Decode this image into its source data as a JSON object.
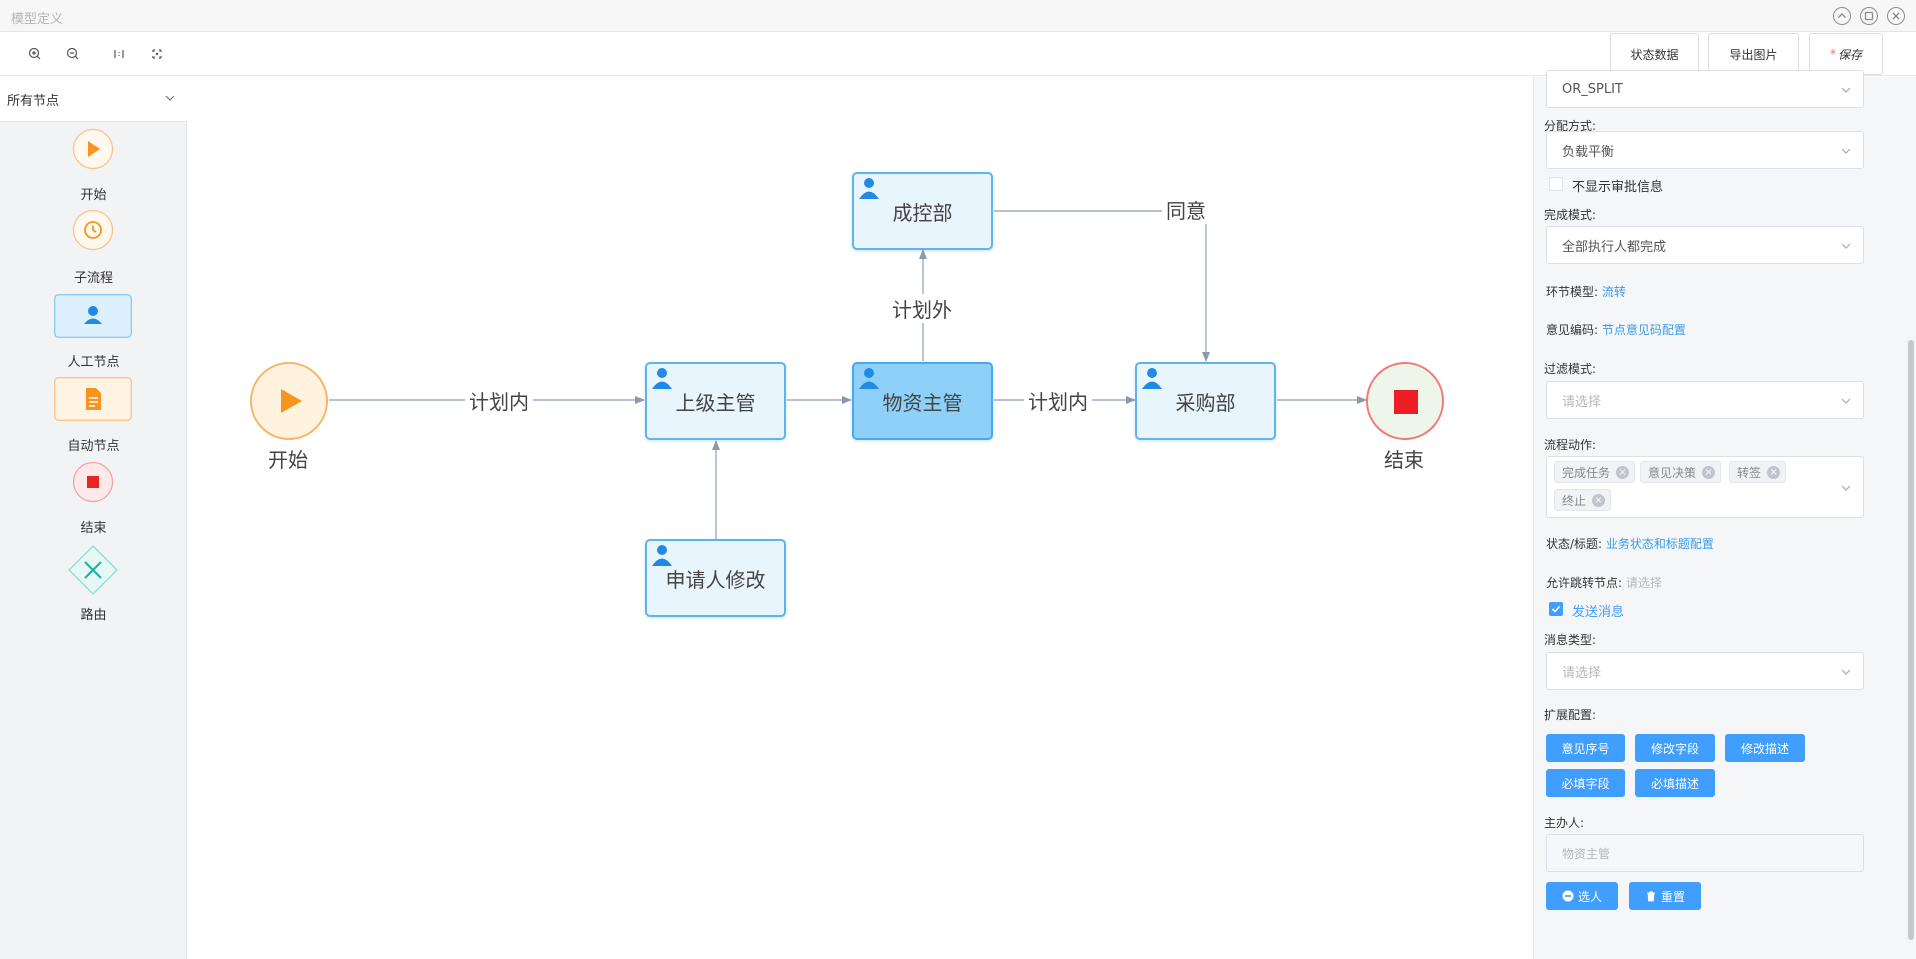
{
  "window": {
    "title": "模型定义"
  },
  "toolbar": {
    "state_data": "状态数据",
    "export_image": "导出图片",
    "save_star": "*",
    "save": "保存"
  },
  "palette": {
    "filter_value": "所有节点",
    "items": [
      {
        "label": "开始",
        "icon": "play-icon"
      },
      {
        "label": "子流程",
        "icon": "clock-icon"
      },
      {
        "label": "人工节点",
        "icon": "user-icon"
      },
      {
        "label": "自动节点",
        "icon": "document-icon"
      },
      {
        "label": "结束",
        "icon": "stop-icon"
      },
      {
        "label": "路由",
        "icon": "gateway-x-icon"
      }
    ]
  },
  "diagram": {
    "start_label": "开始",
    "end_label": "结束",
    "nodes": {
      "shangji": "上级主管",
      "wuzi": "物资主管",
      "chengkong": "成控部",
      "caigou": "采购部",
      "shenqingren": "申请人修改"
    },
    "edges": {
      "start_to_shangji": "计划内",
      "wuzi_to_caigou": "计划内",
      "wuzi_to_chengkong": "计划外",
      "chengkong_to_caigou": "同意"
    }
  },
  "properties": {
    "split_type_value": "OR_SPLIT",
    "assign_mode_label": "分配方式:",
    "assign_mode_value": "负载平衡",
    "hide_approval_label": "不显示审批信息",
    "complete_mode_label": "完成模式:",
    "complete_mode_value": "全部执行人都完成",
    "link_model_label": "环节模型:",
    "link_model_value": "流转",
    "opinion_code_label": "意见编码:",
    "opinion_code_value": "节点意见码配置",
    "filter_mode_label": "过滤模式:",
    "filter_mode_placeholder": "请选择",
    "flow_actions_label": "流程动作:",
    "flow_actions": [
      "完成任务",
      "意见决策",
      "转签",
      "终止"
    ],
    "state_title_label": "状态/标题:",
    "state_title_value": "业务状态和标题配置",
    "jump_nodes_label": "允许跳转节点:",
    "jump_nodes_placeholder": "请选择",
    "send_message_label": "发送消息",
    "message_type_label": "消息类型:",
    "message_type_placeholder": "请选择",
    "extend_label": "扩展配置:",
    "extend_buttons": [
      "意见序号",
      "修改字段",
      "修改描述",
      "必填字段",
      "必填描述"
    ],
    "owner_label": "主办人:",
    "owner_placeholder": "物资主管",
    "select_person": "选人",
    "reset": "重置"
  },
  "colors": {
    "accent": "#409eff",
    "node_border": "#5fb3f0",
    "node_fill": "#e8f5fd",
    "node_selected": "#8fd0f8",
    "start": "#f7941d",
    "end": "#e83c3c",
    "gateway": "#1bb5a8"
  }
}
